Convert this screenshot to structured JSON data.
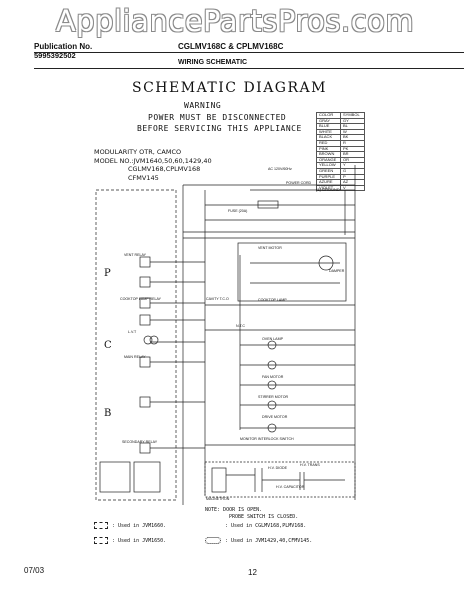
{
  "watermark": {
    "text": "AppliancePartsPros.com"
  },
  "header": {
    "pub_label": "Publication No.",
    "pub_number": "5995392502",
    "models": "CGLMV168C & CPLMV168C",
    "subtitle": "WIRING SCHEMATIC"
  },
  "diagram": {
    "title": "SCHEMATIC DIAGRAM",
    "warning": [
      "WARNING",
      "POWER MUST BE DISCONNECTED",
      "BEFORE SERVICING THIS APPLIANCE"
    ],
    "modularity": "MODULARITY OTR, CAMCO",
    "model_lines": [
      "MODEL NO.:JVM1640,50,60,1429,40",
      "CGLMV168,CPLMV168",
      "CFMV145"
    ],
    "color_table": {
      "headers": [
        "COLOR",
        "SYMBOL"
      ],
      "rows": [
        [
          "GRAY",
          "GY"
        ],
        [
          "BLUE",
          "BL"
        ],
        [
          "WHITE",
          "W"
        ],
        [
          "BLACK",
          "BK"
        ],
        [
          "RED",
          "R"
        ],
        [
          "PINK",
          "PK"
        ],
        [
          "BROWN",
          "BR"
        ],
        [
          "ORANGE",
          "OR"
        ],
        [
          "YELLOW",
          "Y"
        ],
        [
          "GREEN",
          "G"
        ],
        [
          "PURPLE",
          "P"
        ],
        [
          "AZURE",
          "AZ"
        ],
        [
          "VIOLET",
          "V"
        ]
      ],
      "note": "(1) GROUND"
    },
    "section_letters": [
      "P",
      "C",
      "B"
    ],
    "labels": {
      "power_supply": "AC 120V/60Hz",
      "power_cord": "POWER CORD",
      "fuse": "FUSE (20A)",
      "vent_motor": "VENT MOTOR",
      "damper": "DAMPER",
      "vent_relay": "VENT RELAY",
      "cooktop_lamp_relay": "COOKTOP LAMP RELAY",
      "lvt": "L.V.T",
      "main_relay": "MAIN RELAY",
      "cavity_tco": "CAVITY T.C.O",
      "cooktop_lamp": "COOKTOP LAMP",
      "ntc": "N.T.C",
      "oven_lamp": "OVEN LAMP",
      "fan_motor": "FAN MOTOR",
      "turntable_motor": "STIRRER MOTOR",
      "drive_motor": "DRIVE MOTOR",
      "door_switch": "MONITOR INTERLOCK SWITCH",
      "secondary_relay": "SECONDARY RELAY",
      "hv_diode": "H.V. DIODE",
      "hv_capacitor": "H.V. CAPACITOR",
      "magnetron": "MAGNETRON",
      "hv_trans": "H.V. TRANS"
    }
  },
  "notes": [
    "NOTE: DOOR IS OPEN.",
    "PROBE SWITCH IS CLOSED."
  ],
  "legend": [
    ": Used in JVM1660.",
    ": Used in JVM1650.",
    ": Used in CGLMV168,PLMV168.",
    ": Used in JVM1429,40,CFMV145."
  ],
  "footer": {
    "date": "07/03",
    "page": "12"
  }
}
